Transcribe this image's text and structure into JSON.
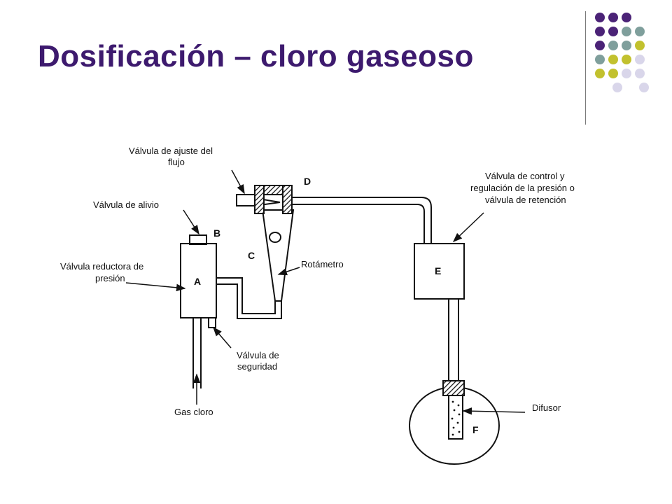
{
  "slide": {
    "title": "Dosificación – cloro gaseoso"
  },
  "decoration": {
    "colors": {
      "purple": "#4b2377",
      "teal": "#7f9f9c",
      "olive": "#c2c12e",
      "lavender": "#d9d6ea",
      "title": "#3d1a6e"
    }
  },
  "diagram": {
    "labels": {
      "valvula_ajuste_1": "Válvula de ajuste del",
      "valvula_ajuste_2": "flujo",
      "valvula_alivio": "Válvula de alivio",
      "valvula_reductora_1": "Válvula reductora de",
      "valvula_reductora_2": "presión",
      "rotametro": "Rotámetro",
      "valvula_seguridad_1": "Válvula de",
      "valvula_seguridad_2": "seguridad",
      "gas_cloro": "Gas cloro",
      "valvula_control_1": "Válvula de control y",
      "valvula_control_2": "regulación de la presión o",
      "valvula_control_3": "válvula de retención",
      "difusor": "Difusor"
    },
    "letters": {
      "a": "A",
      "b": "B",
      "c": "C",
      "d": "D",
      "e": "E",
      "f": "F"
    }
  }
}
